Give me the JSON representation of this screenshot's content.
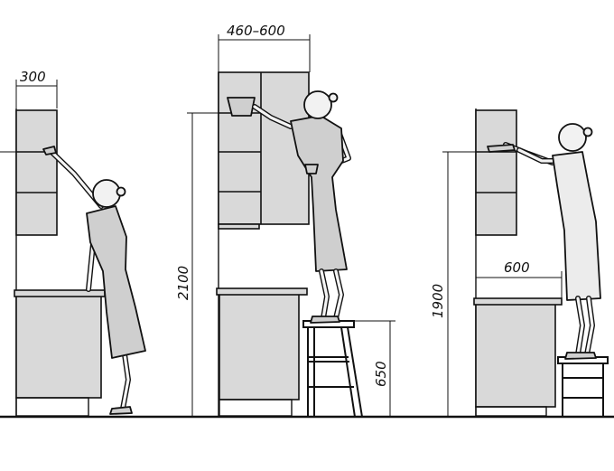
{
  "dimensions": {
    "wall_cabinet_depth": "300",
    "upper_cabinet_width": "460–600",
    "reach_height_stool": "2100",
    "stool_height": "650",
    "reach_height_standing": "1900",
    "counter_depth": "600"
  },
  "colors": {
    "ink": "#111111",
    "cabinet_fill": "#d9d9d9",
    "figure_fill": "#cfcfcf"
  }
}
